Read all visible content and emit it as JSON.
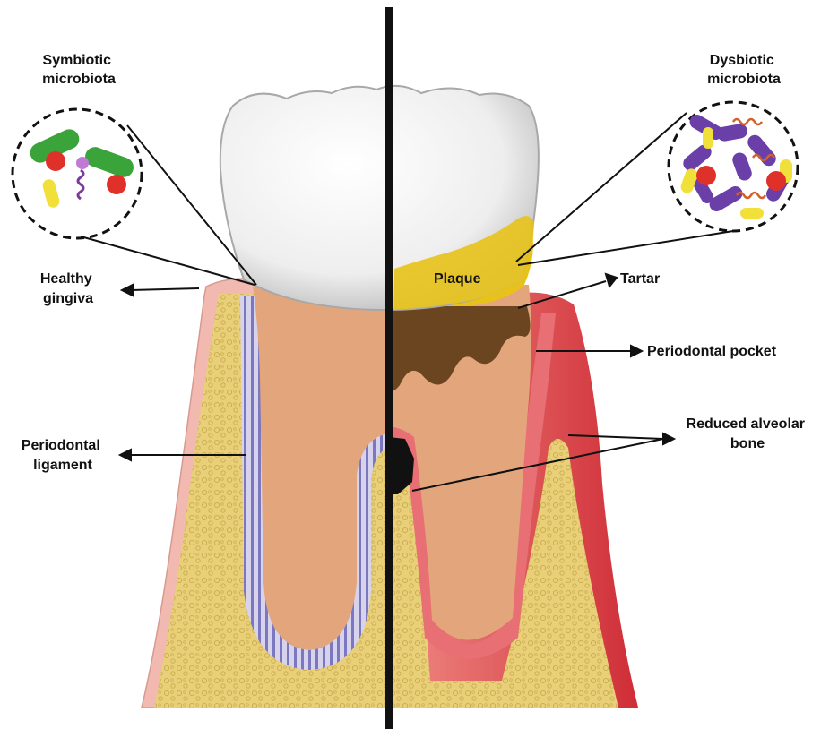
{
  "labels": {
    "symbiotic": [
      "Symbiotic",
      "microbiota"
    ],
    "dysbiotic": [
      "Dysbiotic",
      "microbiota"
    ],
    "healthy_gingiva": [
      "Healthy",
      "gingiva"
    ],
    "plaque": "Plaque",
    "tartar": "Tartar",
    "periodontal_pocket": "Periodontal pocket",
    "periodontal_ligament": [
      "Periodontal",
      "ligament"
    ],
    "reduced_alveolar_bone": [
      "Reduced alveolar",
      "bone"
    ]
  },
  "colors": {
    "enamel": "#f2f2f2",
    "root": "#e3a67c",
    "healthy_gum": "#f2b9b0",
    "inflamed_gum": "#d9444a",
    "bone": "#e8cf78",
    "plaque": "#e8c21a",
    "tartar": "#6b4520",
    "ligament_stripe": "#8a88c8",
    "divider": "#111111",
    "commensal_green": "#3aa33a",
    "pathogen_purple": "#6a3fa8",
    "bacteria_red": "#e0302a",
    "bacteria_yellow": "#f2e03a"
  }
}
